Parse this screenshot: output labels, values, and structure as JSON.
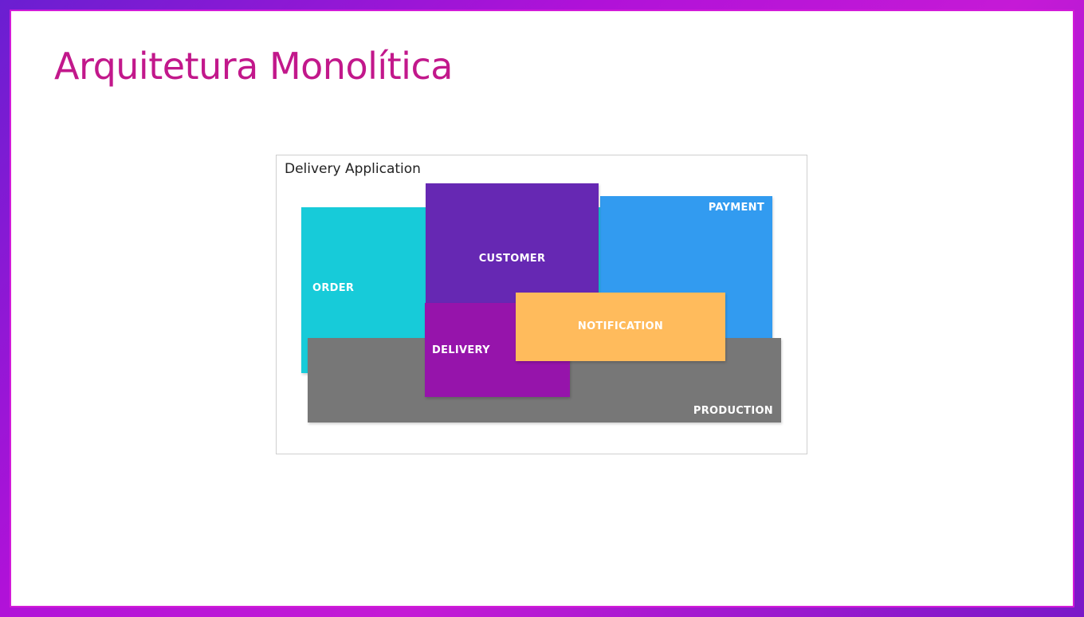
{
  "slide": {
    "title": "Arquitetura Monolítica"
  },
  "diagram": {
    "label": "Delivery Application",
    "blocks": {
      "order": {
        "label": "ORDER",
        "color": "#17cbd9"
      },
      "payment": {
        "label": "PAYMENT",
        "color": "#329bf0"
      },
      "customer": {
        "label": "CUSTOMER",
        "color": "#6628b3"
      },
      "production": {
        "label": "PRODUCTION",
        "color": "#777777"
      },
      "delivery": {
        "label": "DELIVERY",
        "color": "#9614ab"
      },
      "notification": {
        "label": "NOTIFICATION",
        "color": "#ffbb5c"
      }
    }
  }
}
